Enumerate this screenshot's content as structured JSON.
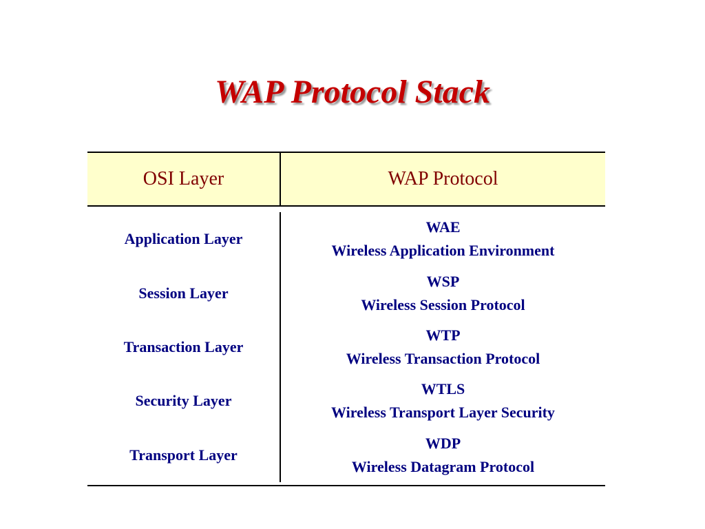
{
  "slide": {
    "title": "WAP Protocol Stack"
  },
  "table": {
    "headers": {
      "osi": "OSI Layer",
      "wap": "WAP Protocol"
    },
    "rows": [
      {
        "layer": "Application Layer",
        "abbr": "WAE",
        "full": "Wireless Application Environment"
      },
      {
        "layer": "Session Layer",
        "abbr": "WSP",
        "full": "Wireless Session Protocol"
      },
      {
        "layer": "Transaction Layer",
        "abbr": "WTP",
        "full": "Wireless Transaction Protocol"
      },
      {
        "layer": "Security Layer",
        "abbr": "WTLS",
        "full": "Wireless Transport Layer Security"
      },
      {
        "layer": "Transport Layer",
        "abbr": "WDP",
        "full": "Wireless Datagram Protocol"
      }
    ]
  },
  "colors": {
    "title": "#c40000",
    "header_text": "#800000",
    "header_bg": "#ffffcc",
    "body_text": "#000080"
  }
}
